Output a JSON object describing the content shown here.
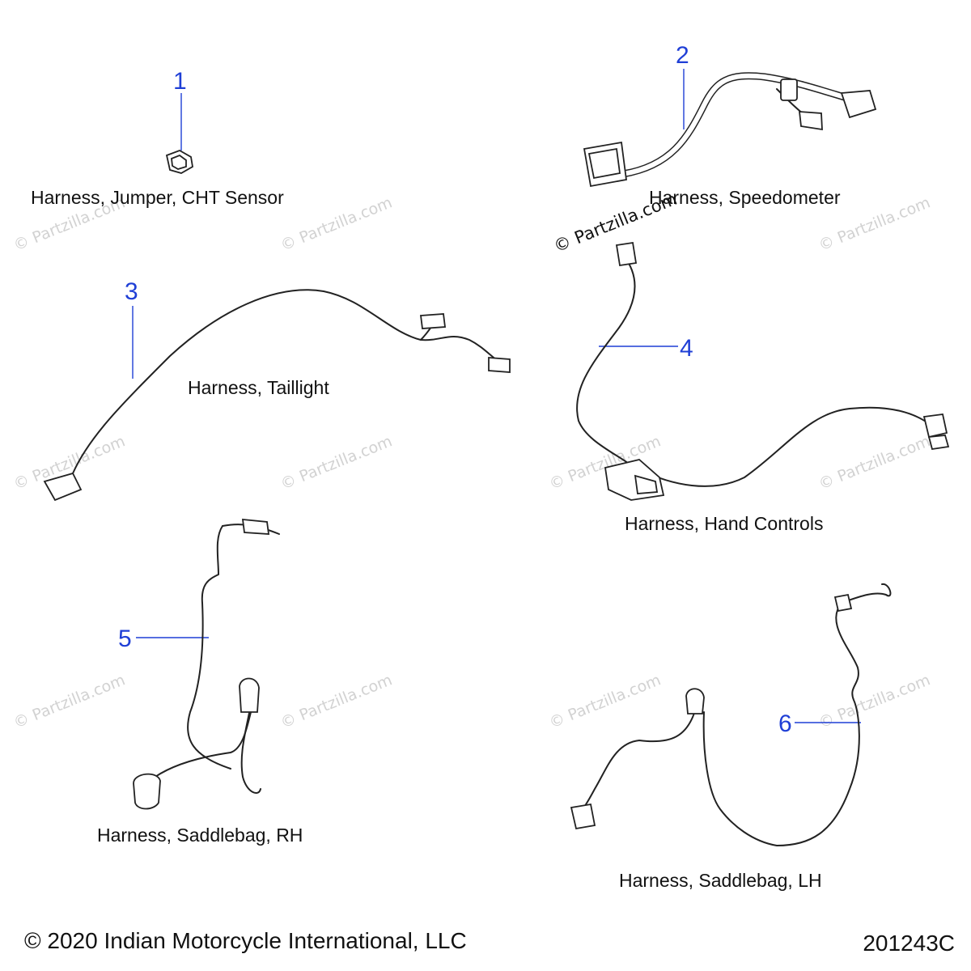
{
  "callouts": [
    {
      "number": "1",
      "label": "Harness, Jumper, CHT Sensor"
    },
    {
      "number": "2",
      "label": "Harness, Speedometer"
    },
    {
      "number": "3",
      "label": "Harness, Taillight"
    },
    {
      "number": "4",
      "label": "Harness, Hand Controls"
    },
    {
      "number": "5",
      "label": "Harness, Saddlebag, RH"
    },
    {
      "number": "6",
      "label": "Harness, Saddlebag, LH"
    }
  ],
  "watermark": {
    "text": "© Partzilla.com"
  },
  "footer": {
    "copyright": "© 2020 Indian Motorcycle International, LLC",
    "code": "201243C"
  },
  "colors": {
    "callout": "#1f3fd6",
    "line": "#222222",
    "watermark": "#d2d2d2"
  }
}
